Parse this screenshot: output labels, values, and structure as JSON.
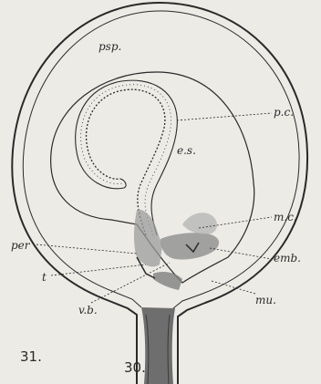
{
  "labels": {
    "psp": "psp.",
    "pc": "p.c.",
    "es": "e.s.",
    "mc": "m.c.",
    "per": "per",
    "emb": "emb.",
    "t": "t",
    "vb": "v.b.",
    "mu": "mu."
  },
  "figure_numbers": {
    "left": "31.",
    "right": "30."
  },
  "colors": {
    "background": "#ecebe6",
    "ink": "#2a2a2a",
    "shading": "#9c9c9c"
  }
}
